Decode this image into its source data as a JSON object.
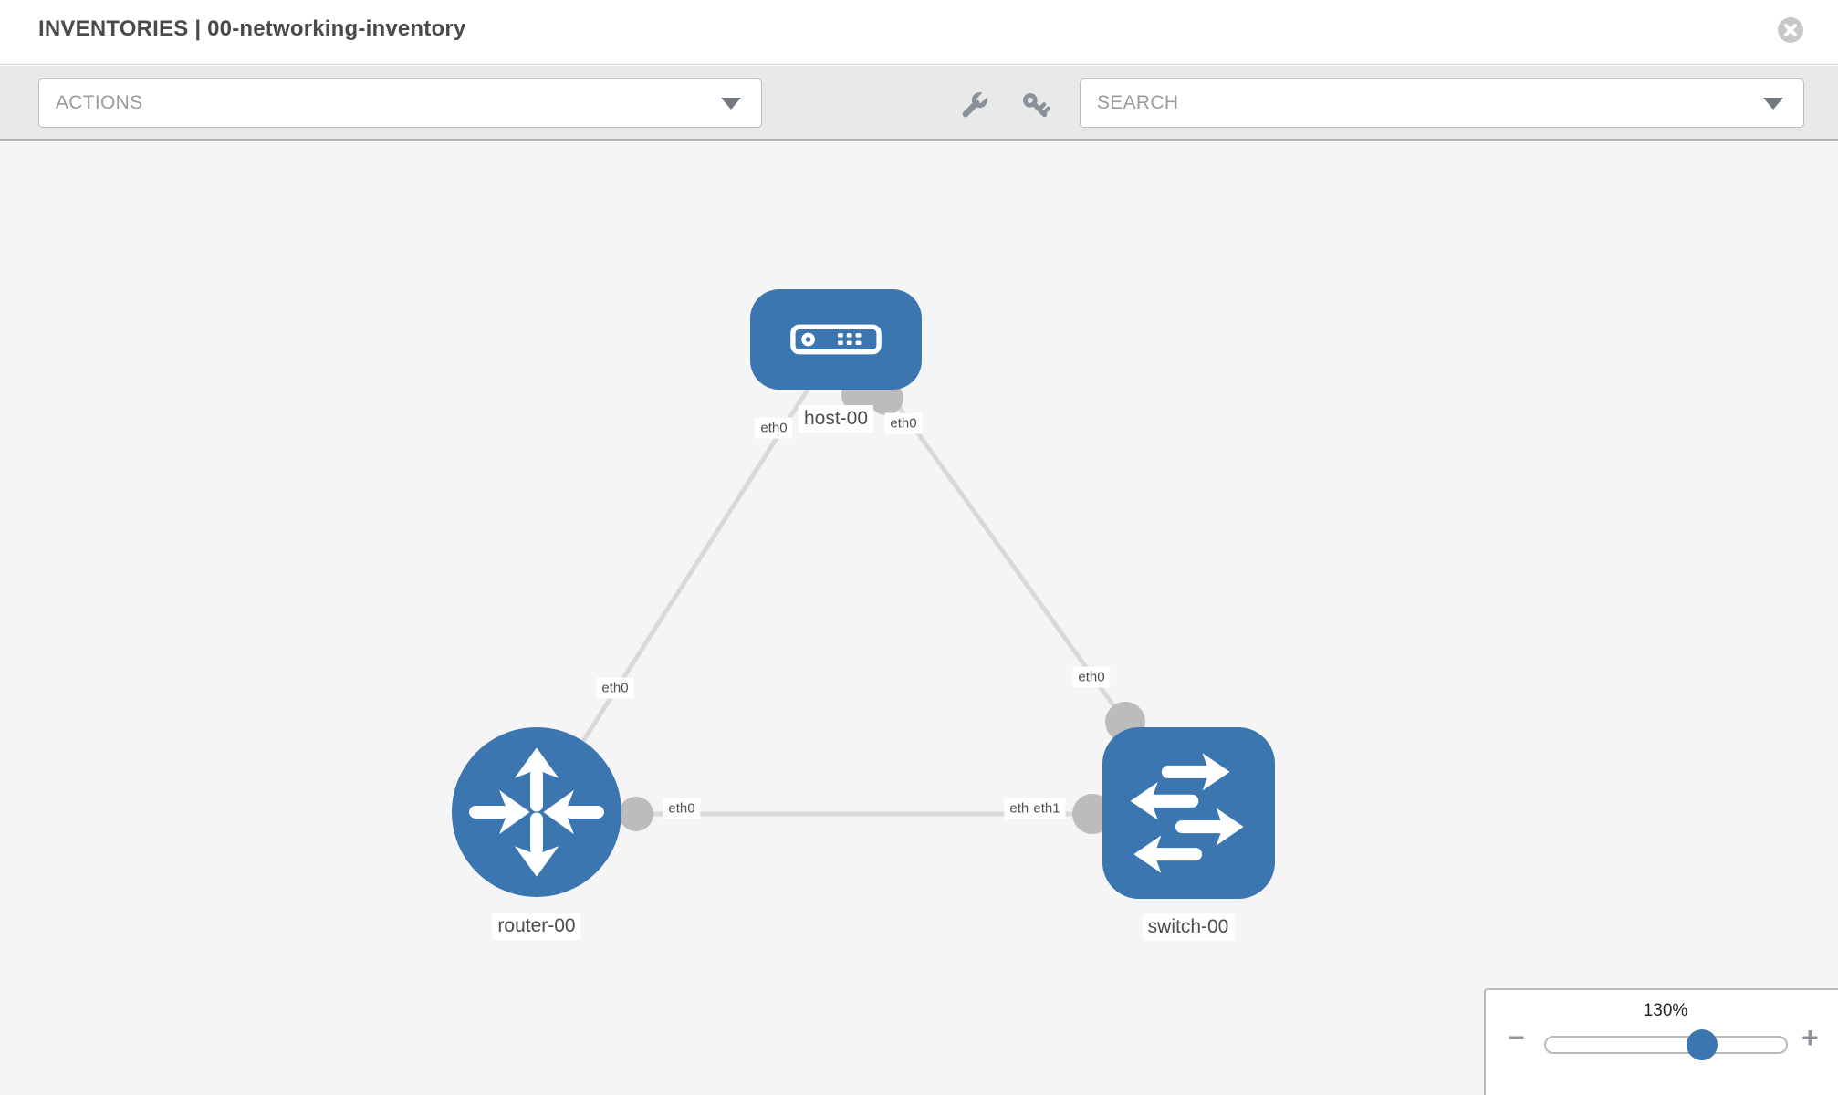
{
  "window": {
    "title": "INVENTORIES | 00-networking-inventory"
  },
  "toolbar": {
    "actions_label": "ACTIONS",
    "search_placeholder": "SEARCH"
  },
  "diagram": {
    "nodes": [
      {
        "id": "host-00",
        "label": "host-00",
        "type": "host"
      },
      {
        "id": "router-00",
        "label": "router-00",
        "type": "router"
      },
      {
        "id": "switch-00",
        "label": "switch-00",
        "type": "switch"
      }
    ],
    "interfaces": {
      "host_left": "eth0",
      "host_right": "eth0",
      "host_router_link": "eth0",
      "router_right": "eth0",
      "switch_top": "eth0",
      "switch_left_back": "eth0",
      "switch_left_front": "eth1"
    },
    "links": [
      {
        "from": "host-00",
        "to": "router-00"
      },
      {
        "from": "host-00",
        "to": "switch-00"
      },
      {
        "from": "router-00",
        "to": "switch-00"
      }
    ],
    "colors": {
      "node": "#3b76b0",
      "port": "#bcbcbc",
      "link": "#d9d9d9"
    }
  },
  "zoom": {
    "level": "130%",
    "minus": "−",
    "plus": "+"
  }
}
